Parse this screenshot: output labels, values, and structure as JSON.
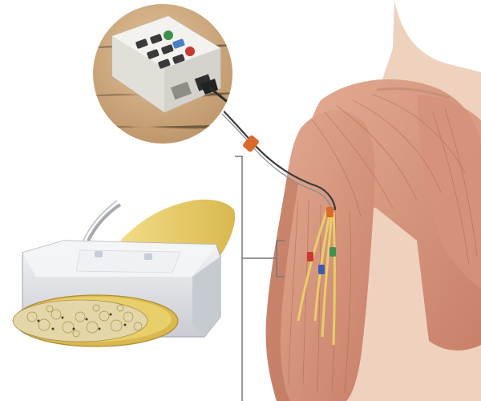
{
  "figure": {
    "subject": "nerve-cuff-electrode-stimulation",
    "colors": {
      "skin": "#ebc7ae",
      "muscle": "#d99a82",
      "muscle_dark": "#b96d55",
      "inset_background": "#c9a27a",
      "controller_body": "#e9e7e2",
      "cuff_body": "#e6e8ec",
      "nerve_yellow": "#e8cf6a",
      "lead_orange": "#d96a2b",
      "lead_red": "#c63a32",
      "lead_blue": "#3a5cae",
      "lead_green": "#3f8f4f",
      "button_green": "#3f8f4f",
      "button_blue": "#4a7fc1",
      "button_red": "#c63a32",
      "button_dark": "#3a3a3a",
      "bracket": "#777777"
    },
    "icons": {
      "controller_buttons": [
        "button-green",
        "button-blue",
        "button-red",
        "button-dark",
        "button-dark",
        "button-dark",
        "button-dark",
        "button-dark"
      ]
    }
  }
}
